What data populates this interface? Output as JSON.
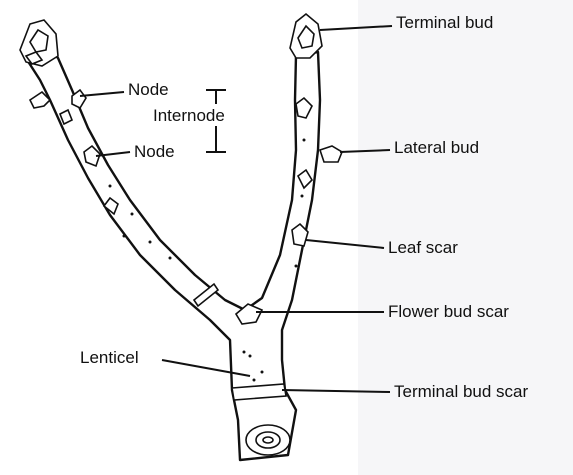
{
  "labels": {
    "terminal_bud": "Terminal bud",
    "node_upper": "Node",
    "internode": "Internode",
    "node_lower": "Node",
    "lateral_bud": "Lateral bud",
    "leaf_scar": "Leaf scar",
    "flower_bud_scar": "Flower bud scar",
    "lenticel": "Lenticel",
    "terminal_bud_scar": "Terminal bud scar"
  }
}
